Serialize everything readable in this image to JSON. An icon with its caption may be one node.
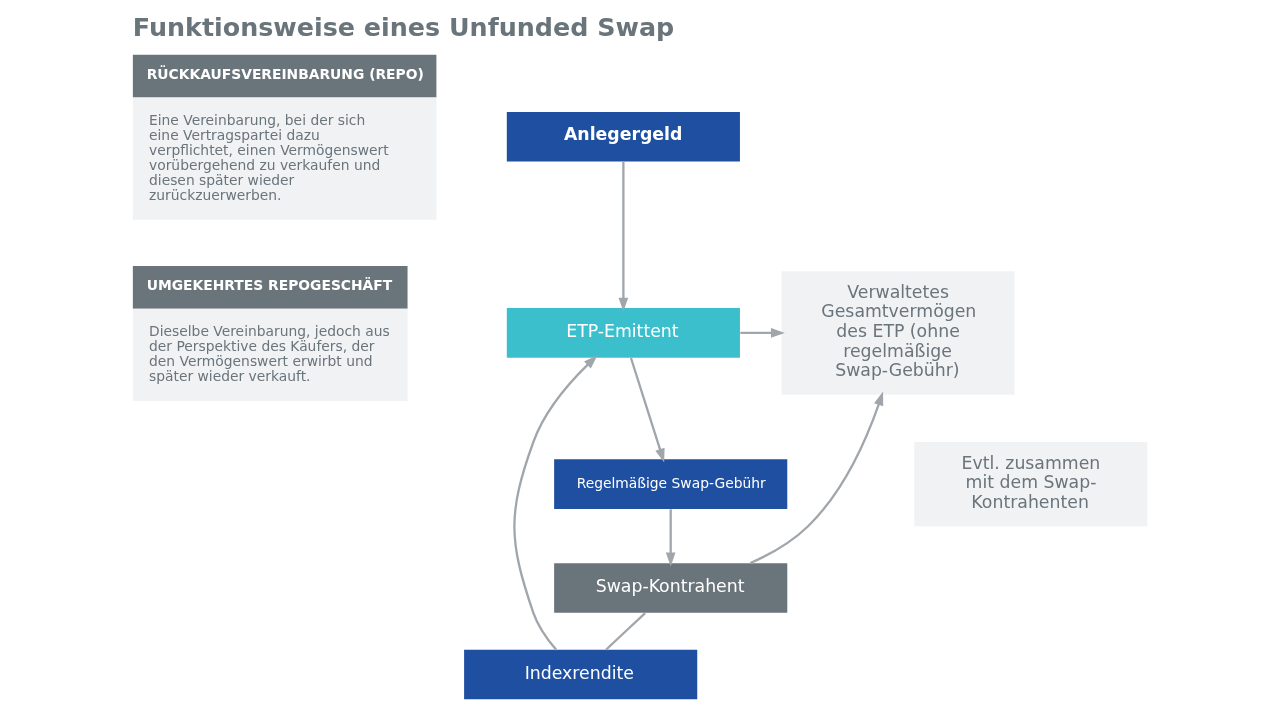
{
  "diagram": {
    "title": "Funktionsweise eines Unfunded Swap",
    "nodes": [
      {
        "text": [
          "RÜCKKAUFSVEREINBARUNG (REPO)",
          "Eine Vereinbarung, bei der sich eine Vertragspartei dazu verpflichtet, einen Vermögenswert vorübergehend zu verkaufen und diesen später wieder zurückzuerwerben."
        ]
      },
      {
        "text": [
          "UMGEKEHRTES REPOGESCHÄFT",
          "Dieselbe Vereinbarung, jedoch aus der Perspektive des Käufers, der den Vermögenswert erwirbt und später wieder verkauft."
        ]
      },
      {
        "text": [
          "Anlegergeld"
        ]
      },
      {
        "text": [
          "ETP-Emittent"
        ]
      },
      {
        "text": [
          "Indexrendite"
        ]
      },
      {
        "text": [
          "Regelmäßige Swap-Gebühr"
        ]
      },
      {
        "text": [
          "Swap-Kontrahent"
        ]
      },
      {
        "text": [
          "Verwaltetes Gesamtvermögen des ETP (ohne regelmäßige Swap-Gebühr)"
        ]
      },
      {
        "text": [
          "Evtl. zusammen mit dem Swap-Kontrahenten"
        ]
      }
    ],
    "edges": [
      {
        "from": 2,
        "to": 3,
        "arrow": "to"
      },
      {
        "from": 3,
        "to": 7,
        "arrow": "to"
      },
      {
        "from": 3,
        "to": 5,
        "arrow": "to"
      },
      {
        "from": 5,
        "to": 6,
        "arrow": "to"
      },
      {
        "from": 6,
        "to": 4,
        "arrow": "none"
      },
      {
        "from": 4,
        "to": 3,
        "arrow": "to"
      },
      {
        "from": 6,
        "to": 7,
        "arrow": "to"
      }
    ]
  }
}
